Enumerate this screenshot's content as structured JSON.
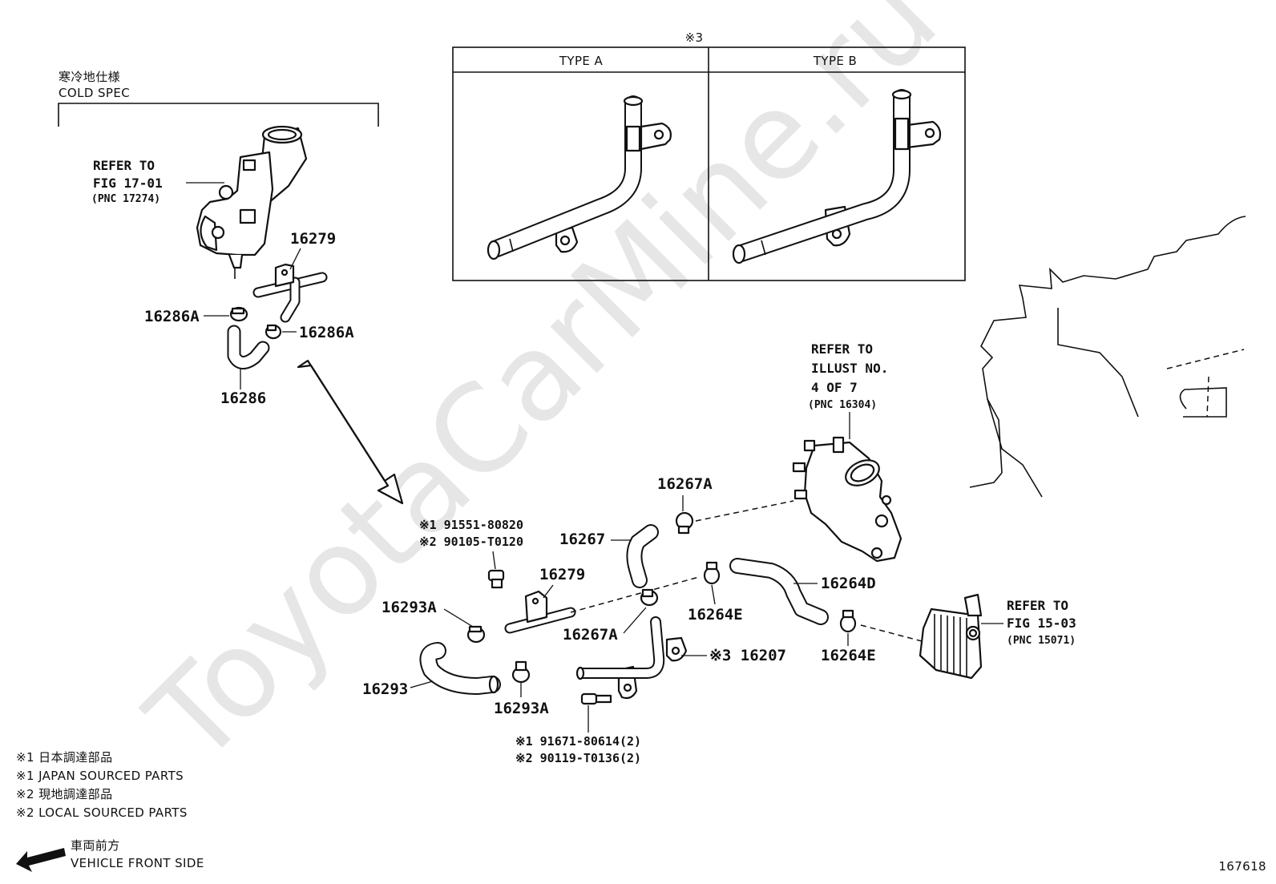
{
  "watermark": "ToyotaCarMine.ru",
  "cold_spec": {
    "jp": "寒冷地仕様",
    "en": "COLD SPEC"
  },
  "type_table": {
    "marker": "※3",
    "col_a": "TYPE A",
    "col_b": "TYPE B"
  },
  "refs": {
    "fig17": {
      "l1": "REFER TO",
      "l2": "FIG 17-01",
      "l3": "(PNC 17274)"
    },
    "illust": {
      "l1": "REFER TO",
      "l2": "ILLUST NO.",
      "l3": "4 OF 7",
      "l4": "(PNC 16304)"
    },
    "fig15": {
      "l1": "REFER TO",
      "l2": "FIG 15-03",
      "l3": "(PNC 15071)"
    }
  },
  "parts": {
    "p16279_top": "16279",
    "p16286A_left": "16286A",
    "p16286A_right": "16286A",
    "p16286": "16286",
    "p16267A_top": "16267A",
    "p16267": "16267",
    "p16279_mid": "16279",
    "p16293A_top": "16293A",
    "p16264D": "16264D",
    "p16264E_left": "16264E",
    "p16267A_bot": "16267A",
    "p16207": "※3 16207",
    "p16264E_right": "16264E",
    "p16293": "16293",
    "p16293A_bot": "16293A",
    "bolt_top_1": "※1 91551-80820",
    "bolt_top_2": "※2 90105-T0120",
    "bolt_bot_1": "※1  91671-80614(2)",
    "bolt_bot_2": "※2  90119-T0136(2)"
  },
  "legend": [
    "※1 日本調達部品",
    "※1 JAPAN SOURCED PARTS",
    "※2 現地調達部品",
    "※2 LOCAL SOURCED PARTS"
  ],
  "front": {
    "jp": "車両前方",
    "en": "VEHICLE FRONT SIDE"
  },
  "figure_number": "167618"
}
